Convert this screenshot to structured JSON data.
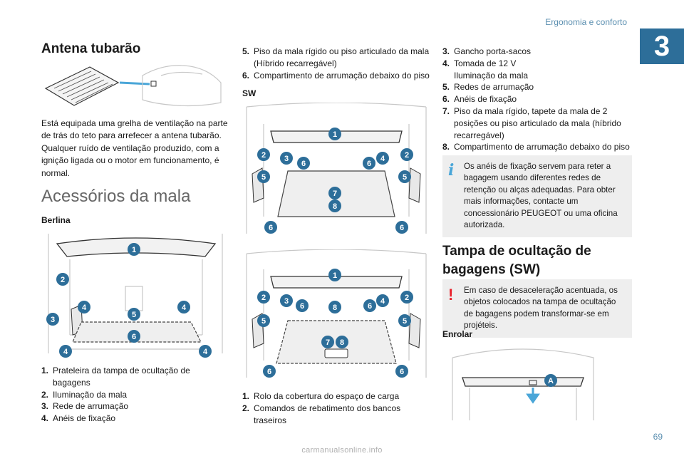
{
  "header": {
    "section": "Ergonomia e conforto",
    "chapter": "3",
    "page": "69"
  },
  "antenna": {
    "title": "Antena tubarão",
    "body": "Está equipada uma grelha de ventilação na parte de trás do teto para arrefecer a antena tubarão. Qualquer ruído de ventilação produzido, com a ignição ligada ou o motor em funcionamento, é normal."
  },
  "accessories": {
    "title": "Acessórios da mala"
  },
  "berlina": {
    "label": "Berlina",
    "items": [
      {
        "n": "1.",
        "text": "Prateleira da tampa de ocultação de bagagens"
      },
      {
        "n": "2.",
        "text": "Iluminação da mala"
      },
      {
        "n": "3.",
        "text": "Rede de arrumação"
      },
      {
        "n": "4.",
        "text": "Anéis de fixação"
      }
    ],
    "badges": [
      "1",
      "2",
      "3",
      "4",
      "4",
      "5",
      "6",
      "4",
      "4"
    ]
  },
  "col2_top": {
    "items": [
      {
        "n": "5.",
        "text": "Piso da mala rígido ou piso articulado da mala (Híbrido recarregável)"
      },
      {
        "n": "6.",
        "text": "Compartimento de arrumação debaixo do piso"
      }
    ]
  },
  "sw": {
    "label": "SW",
    "badges_top": [
      "1",
      "2",
      "3",
      "6",
      "6",
      "4",
      "2",
      "5",
      "5",
      "7",
      "8",
      "6",
      "6"
    ],
    "badges_bottom": [
      "1",
      "2",
      "3",
      "6",
      "8",
      "6",
      "4",
      "2",
      "5",
      "5",
      "7",
      "8",
      "6",
      "6"
    ],
    "items": [
      {
        "n": "1.",
        "text": "Rolo da cobertura do espaço de carga"
      },
      {
        "n": "2.",
        "text": "Comandos de rebatimento dos bancos traseiros"
      }
    ]
  },
  "col3": {
    "items": [
      {
        "n": "3.",
        "text": "Gancho porta-sacos"
      },
      {
        "n": "4.",
        "text": "Tomada de 12 V Iluminação da mala"
      },
      {
        "n": "5.",
        "text": "Redes de arrumação"
      },
      {
        "n": "6.",
        "text": "Anéis de fixação"
      },
      {
        "n": "7.",
        "text": "Piso da mala rígido, tapete da mala de 2 posições ou piso articulado da mala (híbrido recarregável)"
      },
      {
        "n": "8.",
        "text": "Compartimento de arrumação debaixo do piso"
      }
    ],
    "info_note": "Os anéis de fixação servem para reter a bagagem usando diferentes redes de retenção ou alças adequadas. Para obter mais informações, contacte um concessionário PEUGEOT ou uma oficina autorizada.",
    "cover_title": "Tampa de ocultação de bagagens (SW)",
    "warning_note": "Em caso de desaceleração acentuada, os objetos colocados na tampa de ocultação de bagagens podem transformar-se em projéteis.",
    "roll_label": "Enrolar",
    "roll_badge": "A"
  },
  "watermark": "carmanualsonline.info"
}
